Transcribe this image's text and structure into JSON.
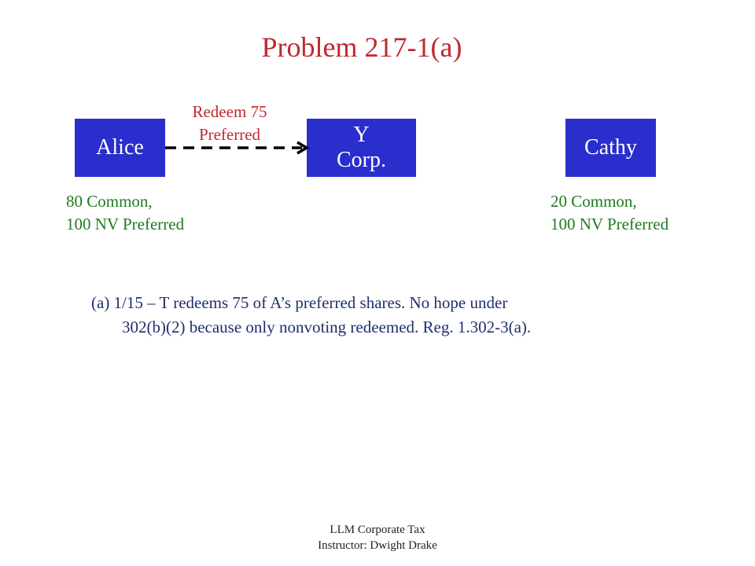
{
  "slide": {
    "title": "Problem 217-1(a)",
    "footer": {
      "line1": "LLM Corporate Tax",
      "line2": "Instructor: Dwight Drake"
    }
  },
  "diagram": {
    "nodes": {
      "alice": "Alice",
      "ycorp": "Y\nCorp.",
      "cathy": "Cathy"
    },
    "arrow_label": "Redeem 75\nPreferred",
    "holdings": {
      "alice": "80 Common,\n100 NV Preferred",
      "cathy": "20 Common,\n100 NV Preferred"
    }
  },
  "note": {
    "line1": "(a)  1/15 – T redeems 75  of A’s preferred shares.  No hope under",
    "line2": "302(b)(2) because only nonvoting redeemed.  Reg. 1.302-3(a)."
  },
  "colors": {
    "title": "#c0282e",
    "box_fill": "#2a2ecc",
    "box_text": "#ffffff",
    "arrow_label": "#c0282e",
    "holdings_text": "#1e7b1e",
    "note_text": "#1f2f6e",
    "arrow": "#000000"
  }
}
